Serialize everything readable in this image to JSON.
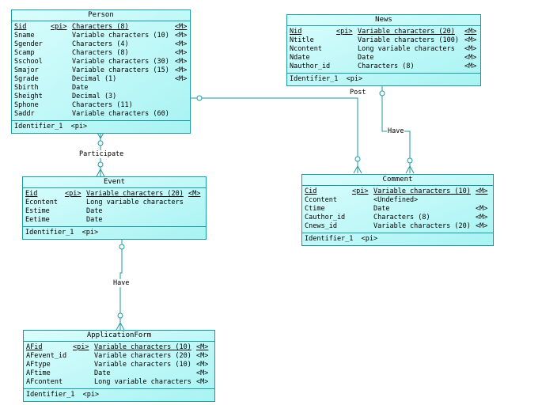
{
  "entities": {
    "person": {
      "name": "Person",
      "attributes": [
        {
          "name": "Sid",
          "pi": "<pi>",
          "type": "Characters (8)",
          "m": "<M>"
        },
        {
          "name": "Sname",
          "pi": "",
          "type": "Variable characters (10)",
          "m": "<M>"
        },
        {
          "name": "Sgender",
          "pi": "",
          "type": "Characters (4)",
          "m": "<M>"
        },
        {
          "name": "Scamp",
          "pi": "",
          "type": "Characters (8)",
          "m": "<M>"
        },
        {
          "name": "Sschool",
          "pi": "",
          "type": "Variable characters (30)",
          "m": "<M>"
        },
        {
          "name": "Smajor",
          "pi": "",
          "type": "Variable characters (15)",
          "m": "<M>"
        },
        {
          "name": "Sgrade",
          "pi": "",
          "type": "Decimal (1)",
          "m": "<M>"
        },
        {
          "name": "Sbirth",
          "pi": "",
          "type": "Date",
          "m": ""
        },
        {
          "name": "Sheight",
          "pi": "",
          "type": "Decimal (3)",
          "m": ""
        },
        {
          "name": "Sphone",
          "pi": "",
          "type": "Characters (11)",
          "m": ""
        },
        {
          "name": "Saddr",
          "pi": "",
          "type": "Variable characters (60)",
          "m": ""
        }
      ],
      "identifier": "Identifier_1  <pi>"
    },
    "news": {
      "name": "News",
      "attributes": [
        {
          "name": "Nid",
          "pi": "<pi>",
          "type": "Variable characters (20)",
          "m": "<M>"
        },
        {
          "name": "Ntitle",
          "pi": "",
          "type": "Variable characters (100)",
          "m": "<M>"
        },
        {
          "name": "Ncontent",
          "pi": "",
          "type": "Long variable characters",
          "m": "<M>"
        },
        {
          "name": "Ndate",
          "pi": "",
          "type": "Date",
          "m": "<M>"
        },
        {
          "name": "Nauthor_id",
          "pi": "",
          "type": "Characters (8)",
          "m": "<M>"
        }
      ],
      "identifier": "Identifier_1  <pi>"
    },
    "event": {
      "name": "Event",
      "attributes": [
        {
          "name": "Eid",
          "pi": "<pi>",
          "type": "Variable characters (20)",
          "m": "<M>"
        },
        {
          "name": "Econtent",
          "pi": "",
          "type": "Long variable characters",
          "m": ""
        },
        {
          "name": "Estime",
          "pi": "",
          "type": "Date",
          "m": ""
        },
        {
          "name": "Eetime",
          "pi": "",
          "type": "Date",
          "m": ""
        }
      ],
      "identifier": "Identifier_1  <pi>"
    },
    "comment": {
      "name": "Comment",
      "attributes": [
        {
          "name": "Cid",
          "pi": "<pi>",
          "type": "Variable characters (10)",
          "m": "<M>"
        },
        {
          "name": "Ccontent",
          "pi": "",
          "type": "<Undefined>",
          "m": ""
        },
        {
          "name": "Ctime",
          "pi": "",
          "type": "Date",
          "m": "<M>"
        },
        {
          "name": "Cauthor_id",
          "pi": "",
          "type": "Characters (8)",
          "m": "<M>"
        },
        {
          "name": "Cnews_id",
          "pi": "",
          "type": "Variable characters (20)",
          "m": "<M>"
        }
      ],
      "identifier": "Identifier_1  <pi>"
    },
    "applicationform": {
      "name": "ApplicationForm",
      "attributes": [
        {
          "name": "AFid",
          "pi": "<pi>",
          "type": "Variable characters (10)",
          "m": "<M>"
        },
        {
          "name": "AFevent_id",
          "pi": "",
          "type": "Variable characters (20)",
          "m": "<M>"
        },
        {
          "name": "AFtype",
          "pi": "",
          "type": "Variable characters (10)",
          "m": "<M>"
        },
        {
          "name": "AFtime",
          "pi": "",
          "type": "Date",
          "m": "<M>"
        },
        {
          "name": "AFcontent",
          "pi": "",
          "type": "Long variable characters",
          "m": "<M>"
        }
      ],
      "identifier": "Identifier_1  <pi>"
    }
  },
  "relationships": {
    "participate": "Participate",
    "post": "Post",
    "have_news": "Have",
    "have_event": "Have"
  },
  "colors": {
    "border": "#1a9aa0",
    "fill_light": "#dafdfd",
    "fill_dark": "#a8f3f3",
    "line": "#1a9aa0"
  }
}
